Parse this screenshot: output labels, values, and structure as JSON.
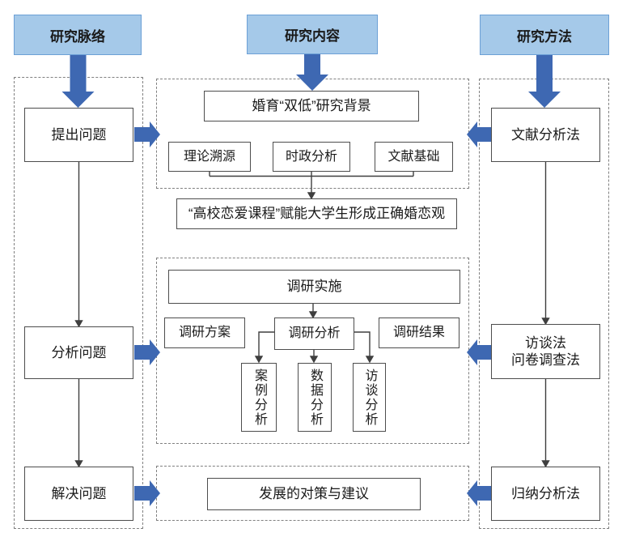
{
  "colors": {
    "header_fill": "#A5C9E9",
    "header_border": "#6CA0D6",
    "arrow_blue": "#3E68B2",
    "box_border": "#4D4D4D",
    "dashed_border": "#808080",
    "text": "#1A1A1A",
    "background": "#FFFFFF"
  },
  "headers": {
    "context": "研究脉络",
    "content": "研究内容",
    "method": "研究方法"
  },
  "left_column": {
    "step1": "提出问题",
    "step2": "分析问题",
    "step3": "解决问题"
  },
  "right_column": {
    "method1": "文献分析法",
    "method2_line1": "访谈法",
    "method2_line2": "问卷调查法",
    "method3": "归纳分析法"
  },
  "center": {
    "background_box": "婚育“双低”研究背景",
    "theory": "理论溯源",
    "politics": "时政分析",
    "literature": "文献基础",
    "empower": "“高校恋爱课程”赋能大学生形成正确婚恋观",
    "implementation": "调研实施",
    "plan": "调研方案",
    "analysis": "调研分析",
    "result": "调研结果",
    "case_analysis": "案例分析",
    "data_analysis": "数据分析",
    "interview_analysis": "访谈分析",
    "suggestion": "发展的对策与建议"
  }
}
